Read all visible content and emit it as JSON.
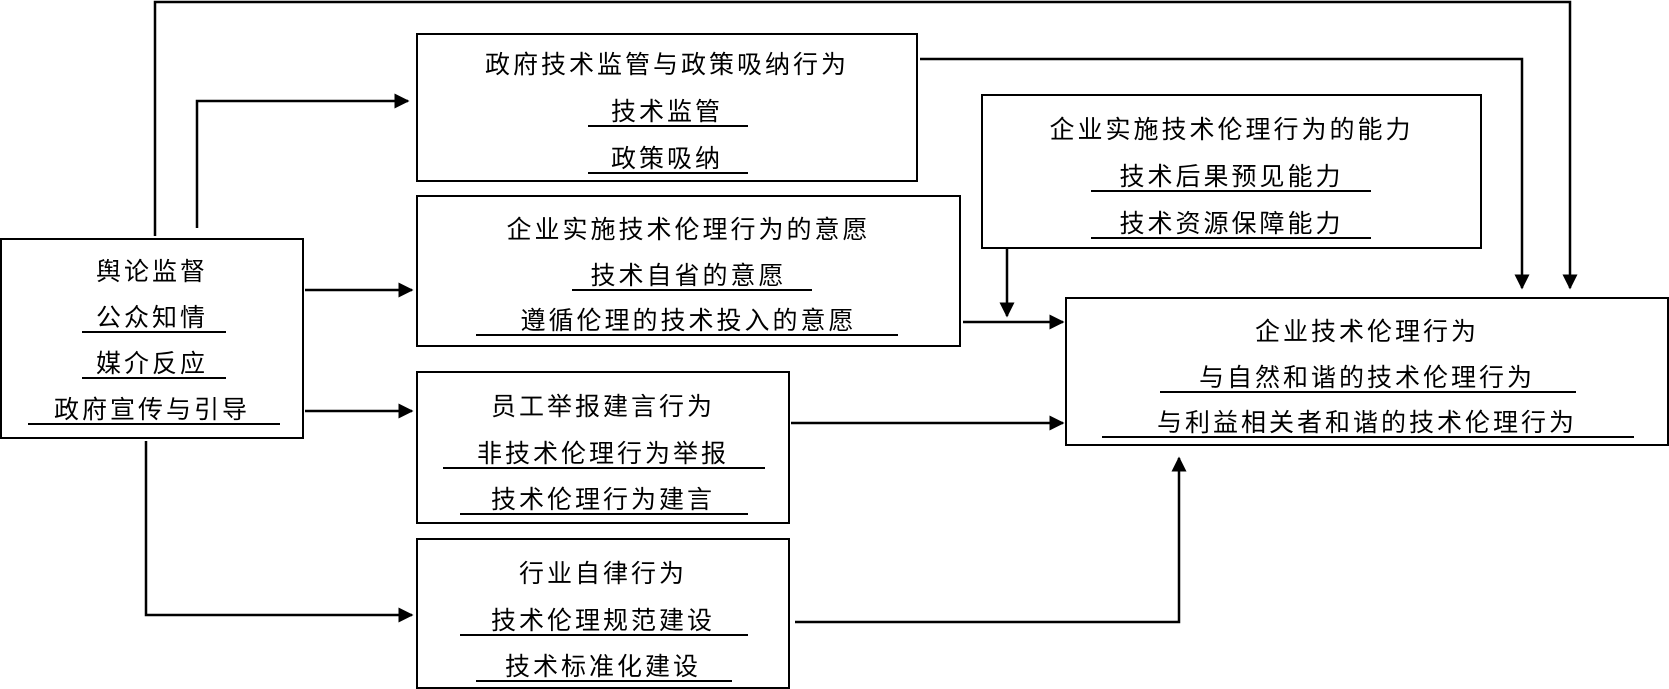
{
  "diagram": {
    "gov": {
      "title": "政府技术监管与政策吸纳行为",
      "items": [
        "技术监管",
        "政策吸纳"
      ]
    },
    "will": {
      "title": "企业实施技术伦理行为的意愿",
      "items": [
        "技术自省的意愿",
        "遵循伦理的技术投入的意愿"
      ]
    },
    "ability": {
      "title": "企业实施技术伦理行为的能力",
      "items": [
        "技术后果预见能力",
        "技术资源保障能力"
      ]
    },
    "opinion": {
      "title": "舆论监督",
      "items": [
        "公众知情",
        "媒介反应",
        "政府宣传与引导"
      ]
    },
    "employee": {
      "title": "员工举报建言行为",
      "items": [
        "非技术伦理行为举报",
        "技术伦理行为建言"
      ]
    },
    "industry": {
      "title": "行业自律行为",
      "items": [
        "技术伦理规范建设",
        "技术标准化建设"
      ]
    },
    "enterprise": {
      "title": "企业技术伦理行为",
      "items": [
        "与自然和谐的技术伦理行为",
        "与利益相关者和谐的技术伦理行为"
      ]
    }
  }
}
